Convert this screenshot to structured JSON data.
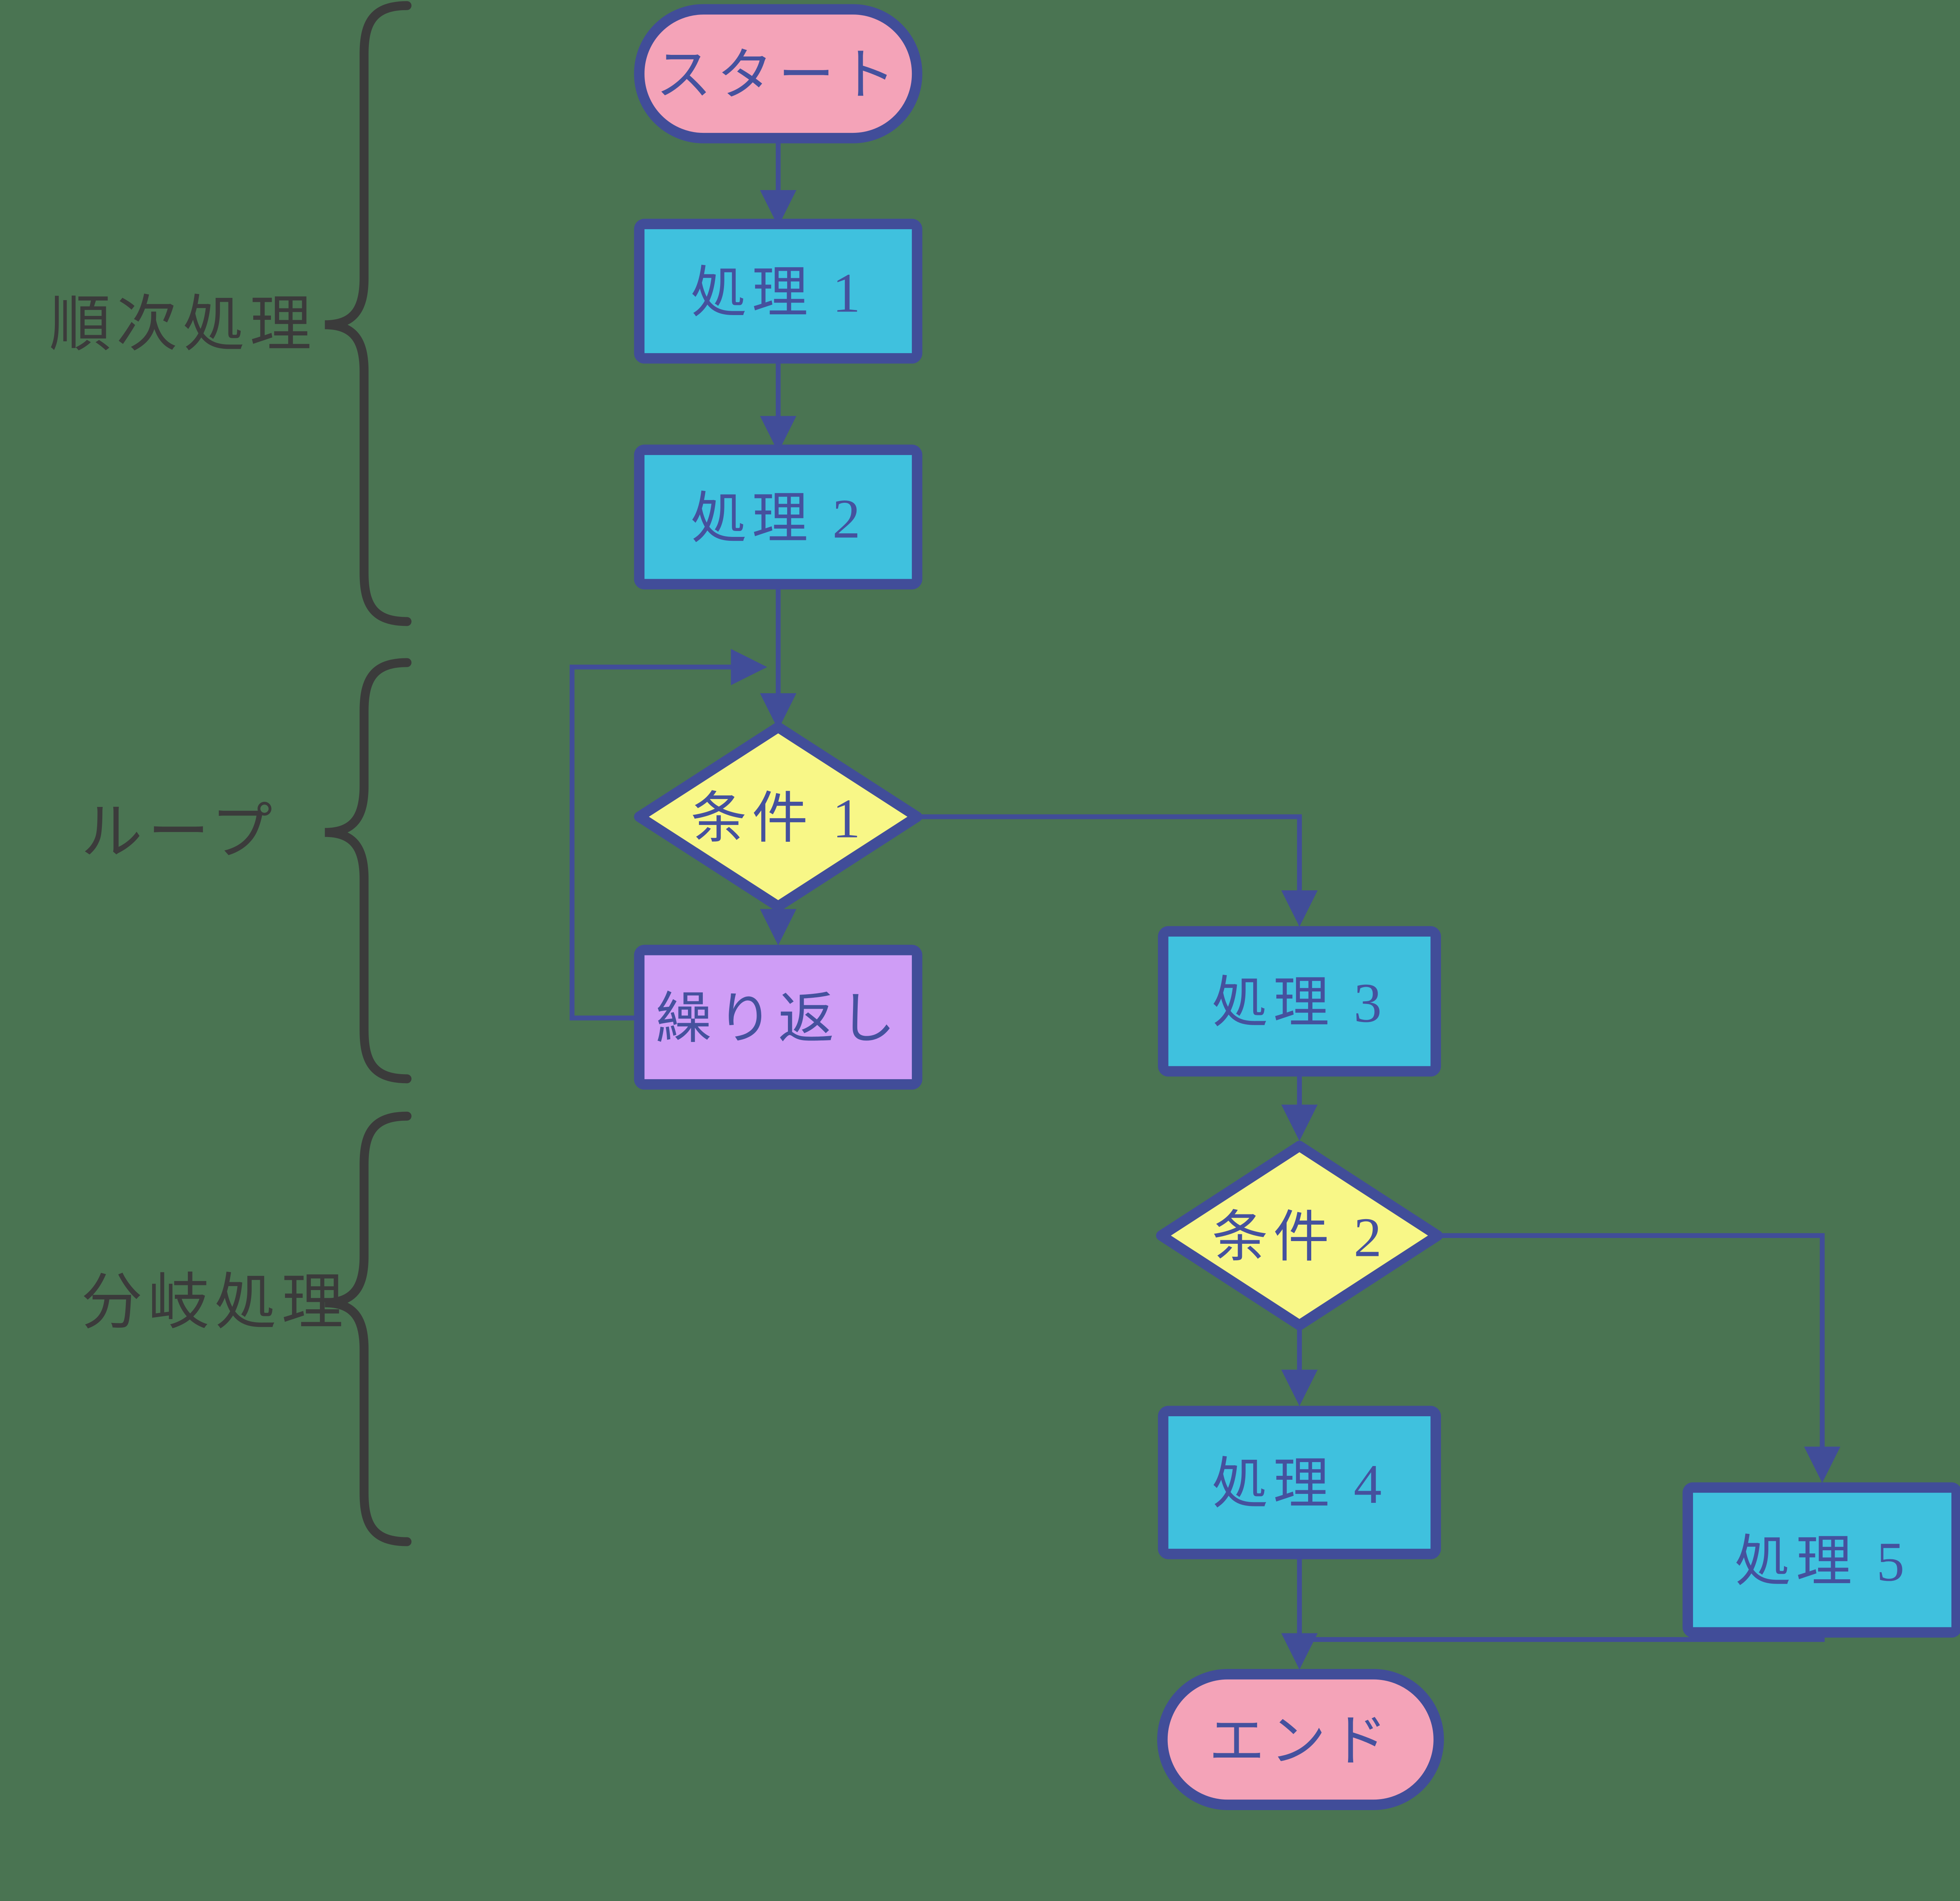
{
  "diagram_type": "flowchart",
  "sections": {
    "sequential": {
      "label": "順次処理"
    },
    "loop": {
      "label": "ループ"
    },
    "branch": {
      "label": "分岐処理"
    }
  },
  "nodes": {
    "start": {
      "label": "スタート",
      "type": "terminal"
    },
    "process1": {
      "label": "処理 1",
      "type": "process"
    },
    "process2": {
      "label": "処理 2",
      "type": "process"
    },
    "condition1": {
      "label": "条件 1",
      "type": "decision"
    },
    "repeat": {
      "label": "繰り返し",
      "type": "loop-process"
    },
    "process3": {
      "label": "処理 3",
      "type": "process"
    },
    "condition2": {
      "label": "条件 2",
      "type": "decision"
    },
    "process4": {
      "label": "処理 4",
      "type": "process"
    },
    "process5": {
      "label": "処理 5",
      "type": "process"
    },
    "end": {
      "label": "エンド",
      "type": "terminal"
    }
  },
  "edges": [
    {
      "from": "start",
      "to": "process1"
    },
    {
      "from": "process1",
      "to": "process2"
    },
    {
      "from": "process2",
      "to": "condition1"
    },
    {
      "from": "condition1",
      "to": "repeat"
    },
    {
      "from": "repeat",
      "to": "condition1"
    },
    {
      "from": "condition1",
      "to": "process3"
    },
    {
      "from": "process3",
      "to": "condition2"
    },
    {
      "from": "condition2",
      "to": "process4"
    },
    {
      "from": "condition2",
      "to": "process5"
    },
    {
      "from": "process4",
      "to": "end"
    },
    {
      "from": "process5",
      "to": "end"
    }
  ],
  "colors": {
    "background": "#4a7452",
    "line": "#414d99",
    "node_text": "#45519e",
    "terminal_fill": "#f4a3b8",
    "process_fill": "#3fc1de",
    "decision_fill": "#f8f787",
    "loop_fill": "#cf9df6",
    "label_text": "#3b3b3b"
  }
}
